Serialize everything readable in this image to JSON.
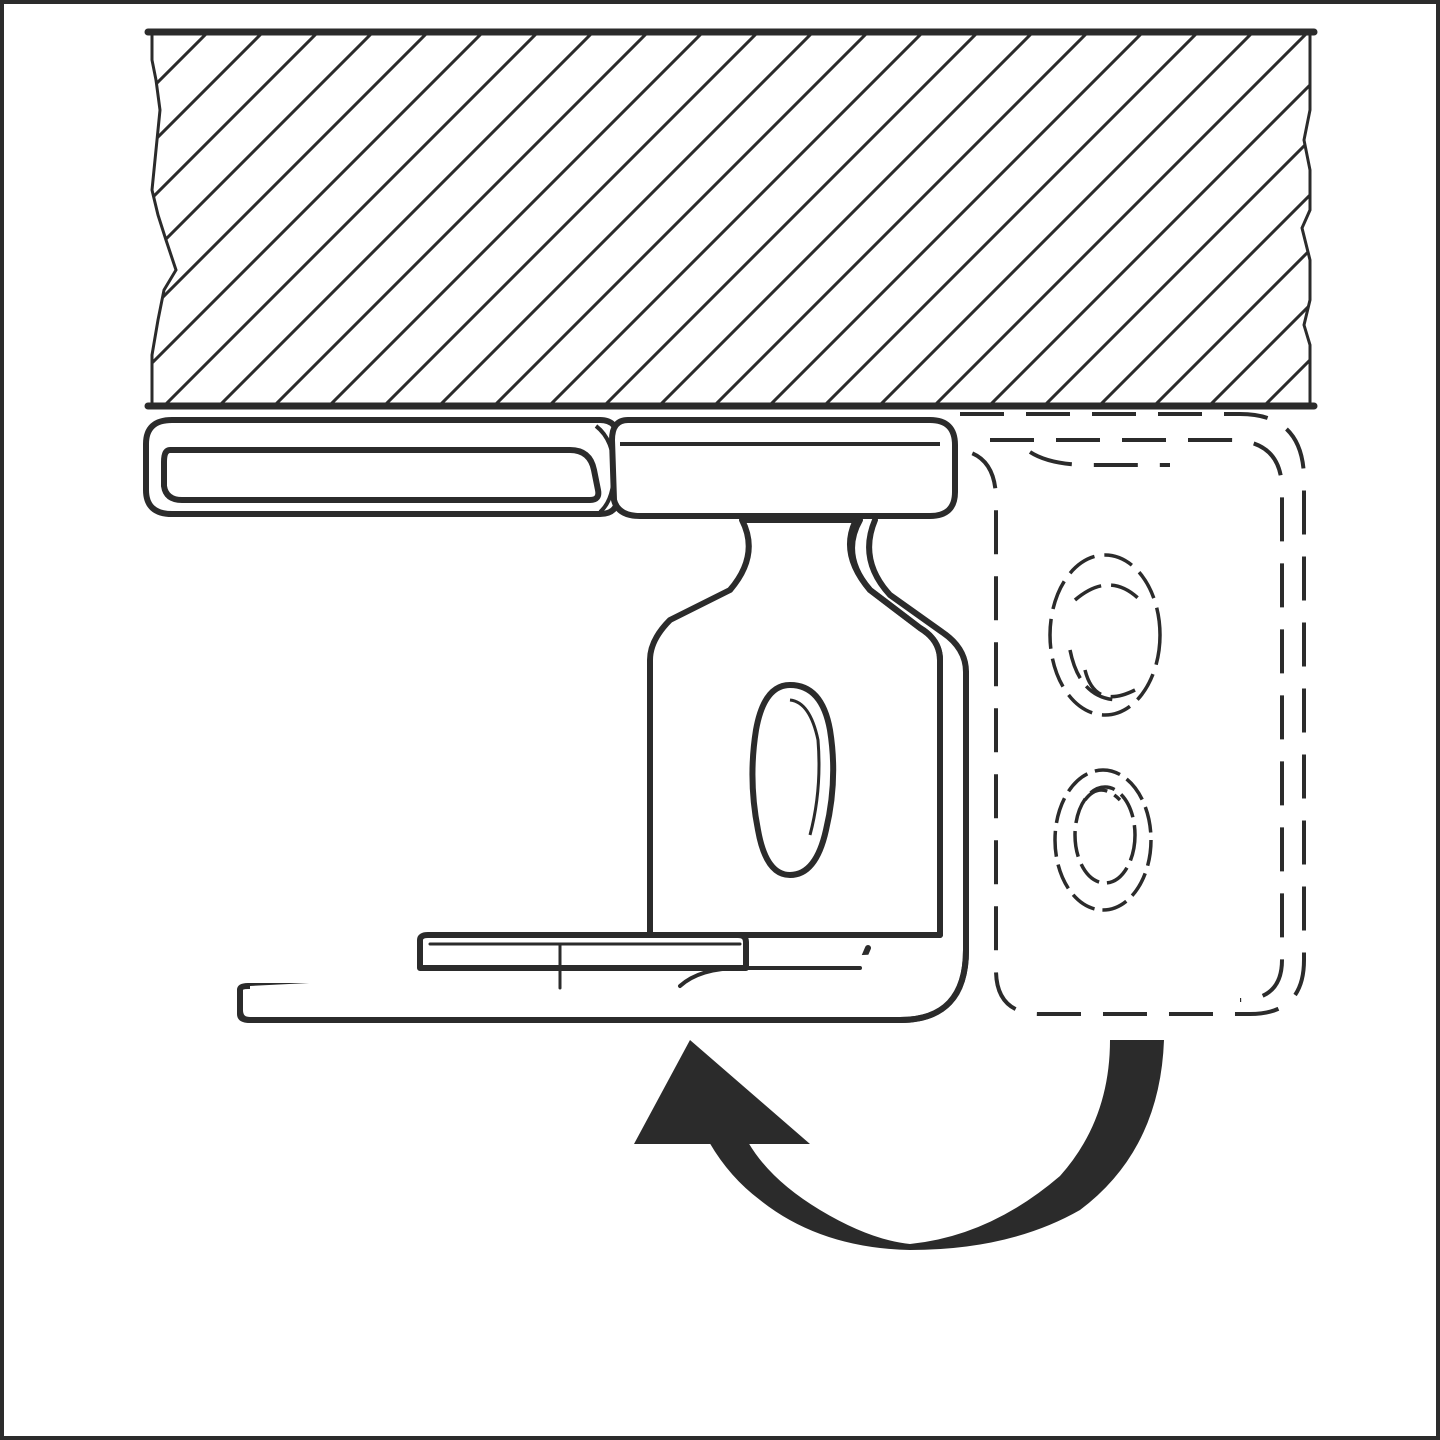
{
  "figure": {
    "description_visible_text": "",
    "colors": {
      "ink": "#2b2b2b",
      "background": "#ffffff"
    },
    "parts": [
      {
        "name": "hatched-board-section",
        "icon": "hatch-section"
      },
      {
        "name": "hinge-pin-bar",
        "icon": "cylinder-bar"
      },
      {
        "name": "mounting-bracket",
        "icon": "l-bracket"
      },
      {
        "name": "keyhole-slot",
        "icon": "keyhole"
      },
      {
        "name": "folded-bracket-ghost",
        "icon": "dashed-bracket"
      },
      {
        "name": "rotation-arrow",
        "icon": "curved-arrow"
      }
    ]
  }
}
